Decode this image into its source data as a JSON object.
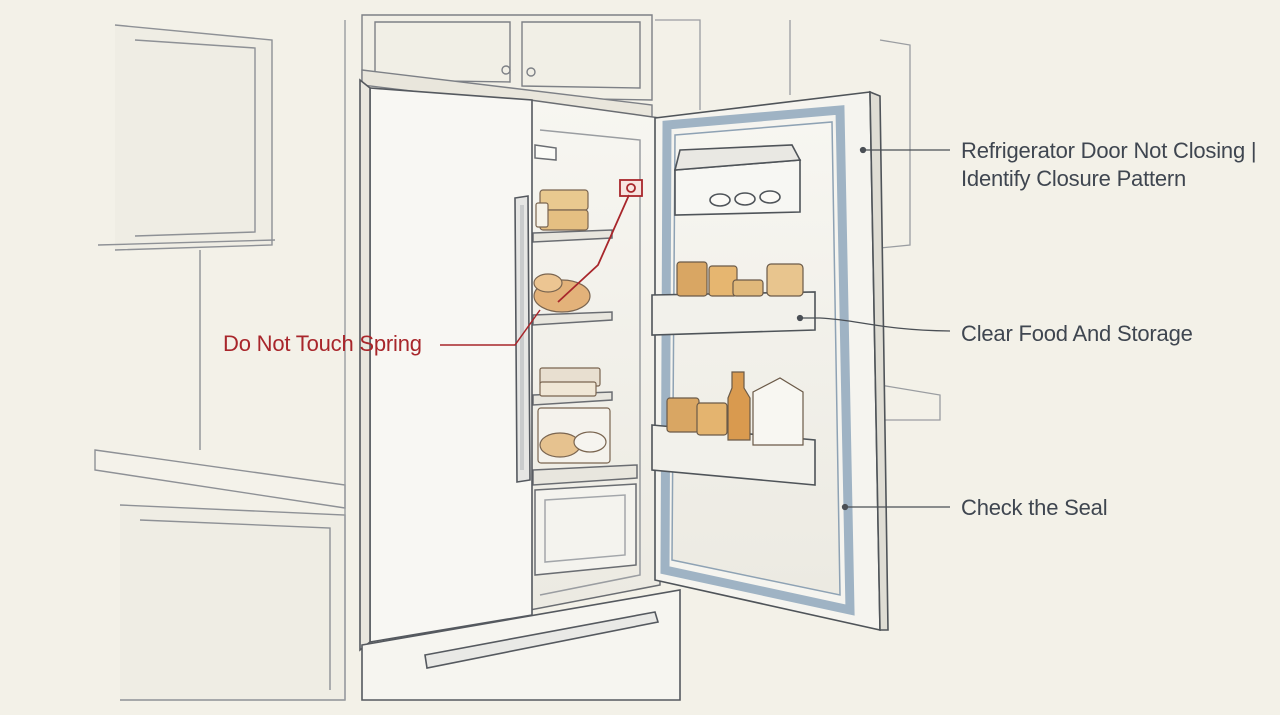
{
  "title_lines": [
    "Refrigerator Door Not Closing |",
    "Identify Closure Pattern"
  ],
  "callouts": {
    "clear_food": "Clear Food And Storage",
    "check_seal": "Check the Seal",
    "spring_warning": "Do Not Touch Spring"
  },
  "colors": {
    "background": "#f3f1e8",
    "label_text": "#3f4650",
    "warning_red": "#a8262b",
    "gasket_blue": "#9fb3c4",
    "sketch_line": "#5d6166",
    "food_amber": "#e0b87a"
  },
  "icons": {
    "spring": "hinge-spring-icon"
  }
}
